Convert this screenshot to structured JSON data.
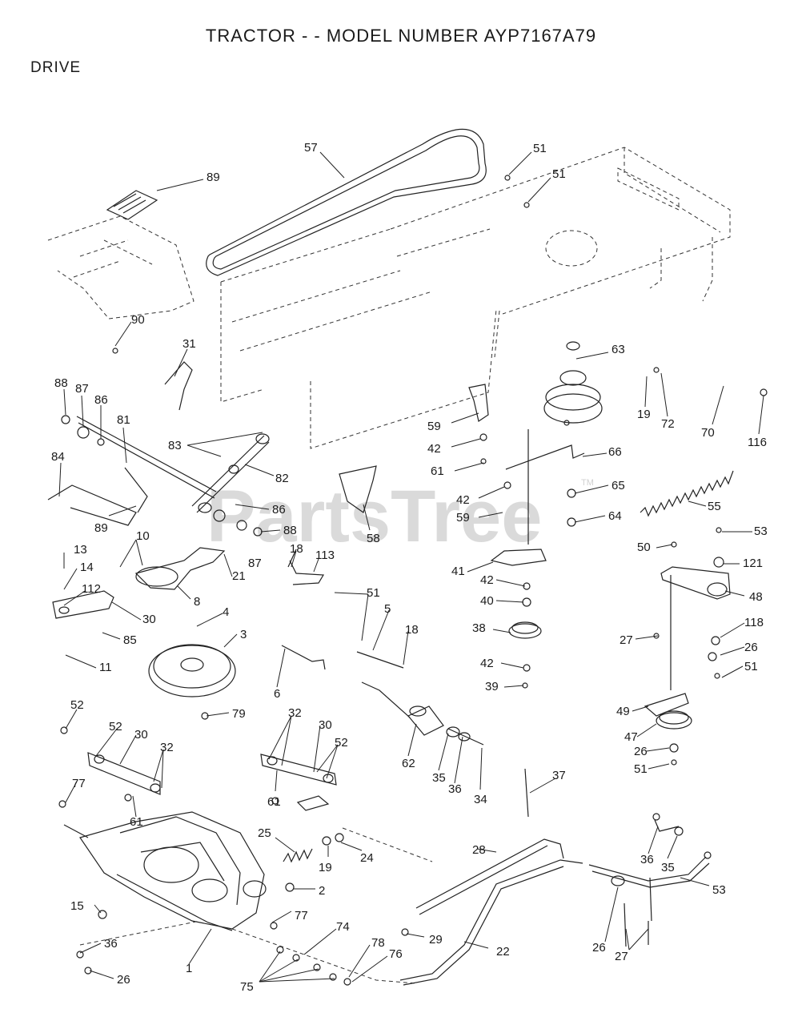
{
  "header": {
    "title": "TRACTOR - - MODEL NUMBER AYP7167A79",
    "section": "DRIVE"
  },
  "watermark": {
    "text": "PartsTree",
    "tm": "TM"
  },
  "colors": {
    "ink": "#1a1a1a",
    "watermark": "#bdbdbd",
    "background": "#ffffff"
  },
  "callouts": [
    "57",
    "51",
    "51",
    "89",
    "90",
    "31",
    "63",
    "19",
    "72",
    "70",
    "116",
    "88",
    "87",
    "86",
    "81",
    "84",
    "83",
    "82",
    "89",
    "86",
    "88",
    "87",
    "58",
    "59",
    "42",
    "61",
    "66",
    "65",
    "42",
    "59",
    "64",
    "55",
    "10",
    "13",
    "14",
    "112",
    "30",
    "85",
    "21",
    "8",
    "18",
    "113",
    "41",
    "42",
    "40",
    "50",
    "53",
    "121",
    "48",
    "118",
    "26",
    "51",
    "27",
    "4",
    "3",
    "11",
    "51",
    "5",
    "18",
    "6",
    "38",
    "42",
    "39",
    "49",
    "47",
    "26",
    "51",
    "52",
    "79",
    "52",
    "30",
    "32",
    "32",
    "30",
    "52",
    "62",
    "35",
    "36",
    "34",
    "37",
    "77",
    "61",
    "61",
    "25",
    "19",
    "24",
    "28",
    "36",
    "35",
    "53",
    "2",
    "77",
    "74",
    "29",
    "22",
    "26",
    "27",
    "15",
    "36",
    "1",
    "78",
    "76",
    "75",
    "26"
  ]
}
